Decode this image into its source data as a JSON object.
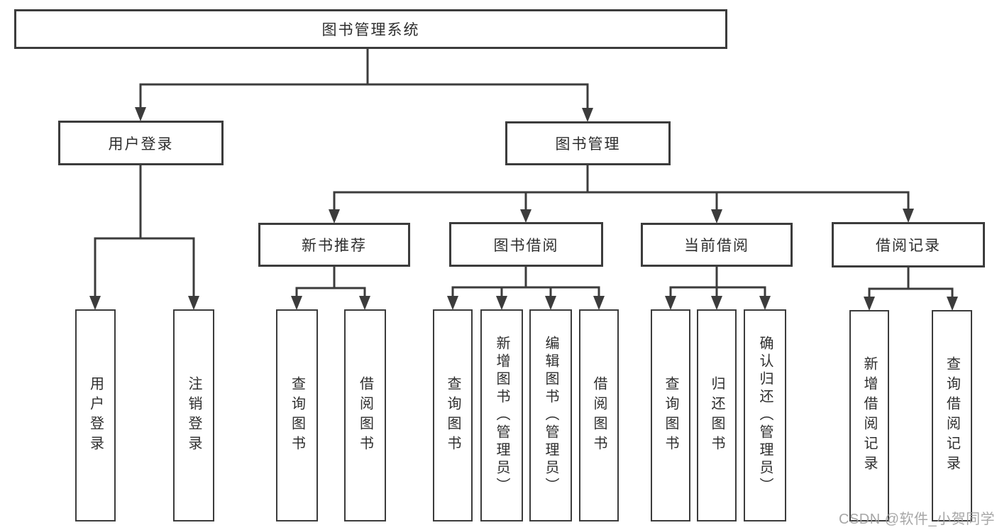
{
  "diagram": {
    "type": "hierarchy-tree",
    "title": "图书管理系统",
    "colors": {
      "line": "#3c3c3c",
      "text": "#2e2e2e",
      "background": "#ffffff",
      "watermark": "#9e9e9e"
    },
    "nodes": {
      "root": {
        "label": "图书管理系统"
      },
      "user_login": {
        "label": "用户登录"
      },
      "book_mgmt": {
        "label": "图书管理"
      },
      "new_book_rec": {
        "label": "新书推荐"
      },
      "book_borrow": {
        "label": "图书借阅"
      },
      "current_borrow": {
        "label": "当前借阅"
      },
      "borrow_record": {
        "label": "借阅记录"
      },
      "leaf_user_login": {
        "label": "用户登录"
      },
      "leaf_logout": {
        "label": "注销登录"
      },
      "leaf_query_book_new": {
        "label": "查询图书"
      },
      "leaf_borrow_book_new": {
        "label": "借阅图书"
      },
      "leaf_query_book_borrow": {
        "label": "查询图书"
      },
      "leaf_add_book": {
        "label": "新增图书（管理员）"
      },
      "leaf_edit_book": {
        "label": "编辑图书（管理员）"
      },
      "leaf_borrow_book": {
        "label": "借阅图书"
      },
      "leaf_query_book_current": {
        "label": "查询图书"
      },
      "leaf_return_book": {
        "label": "归还图书"
      },
      "leaf_confirm_return": {
        "label": "确认归还（管理员）"
      },
      "leaf_add_borrow_record": {
        "label": "新增借阅记录"
      },
      "leaf_query_borrow_record": {
        "label": "查询借阅记录"
      }
    },
    "tree": {
      "图书管理系统": {
        "用户登录": [
          "用户登录",
          "注销登录"
        ],
        "图书管理": {
          "新书推荐": [
            "查询图书",
            "借阅图书"
          ],
          "图书借阅": [
            "查询图书",
            "新增图书（管理员）",
            "编辑图书（管理员）",
            "借阅图书"
          ],
          "当前借阅": [
            "查询图书",
            "归还图书",
            "确认归还（管理员）"
          ],
          "借阅记录": [
            "新增借阅记录",
            "查询借阅记录"
          ]
        }
      }
    },
    "watermark": "CSDN @软件_小贺同学"
  }
}
